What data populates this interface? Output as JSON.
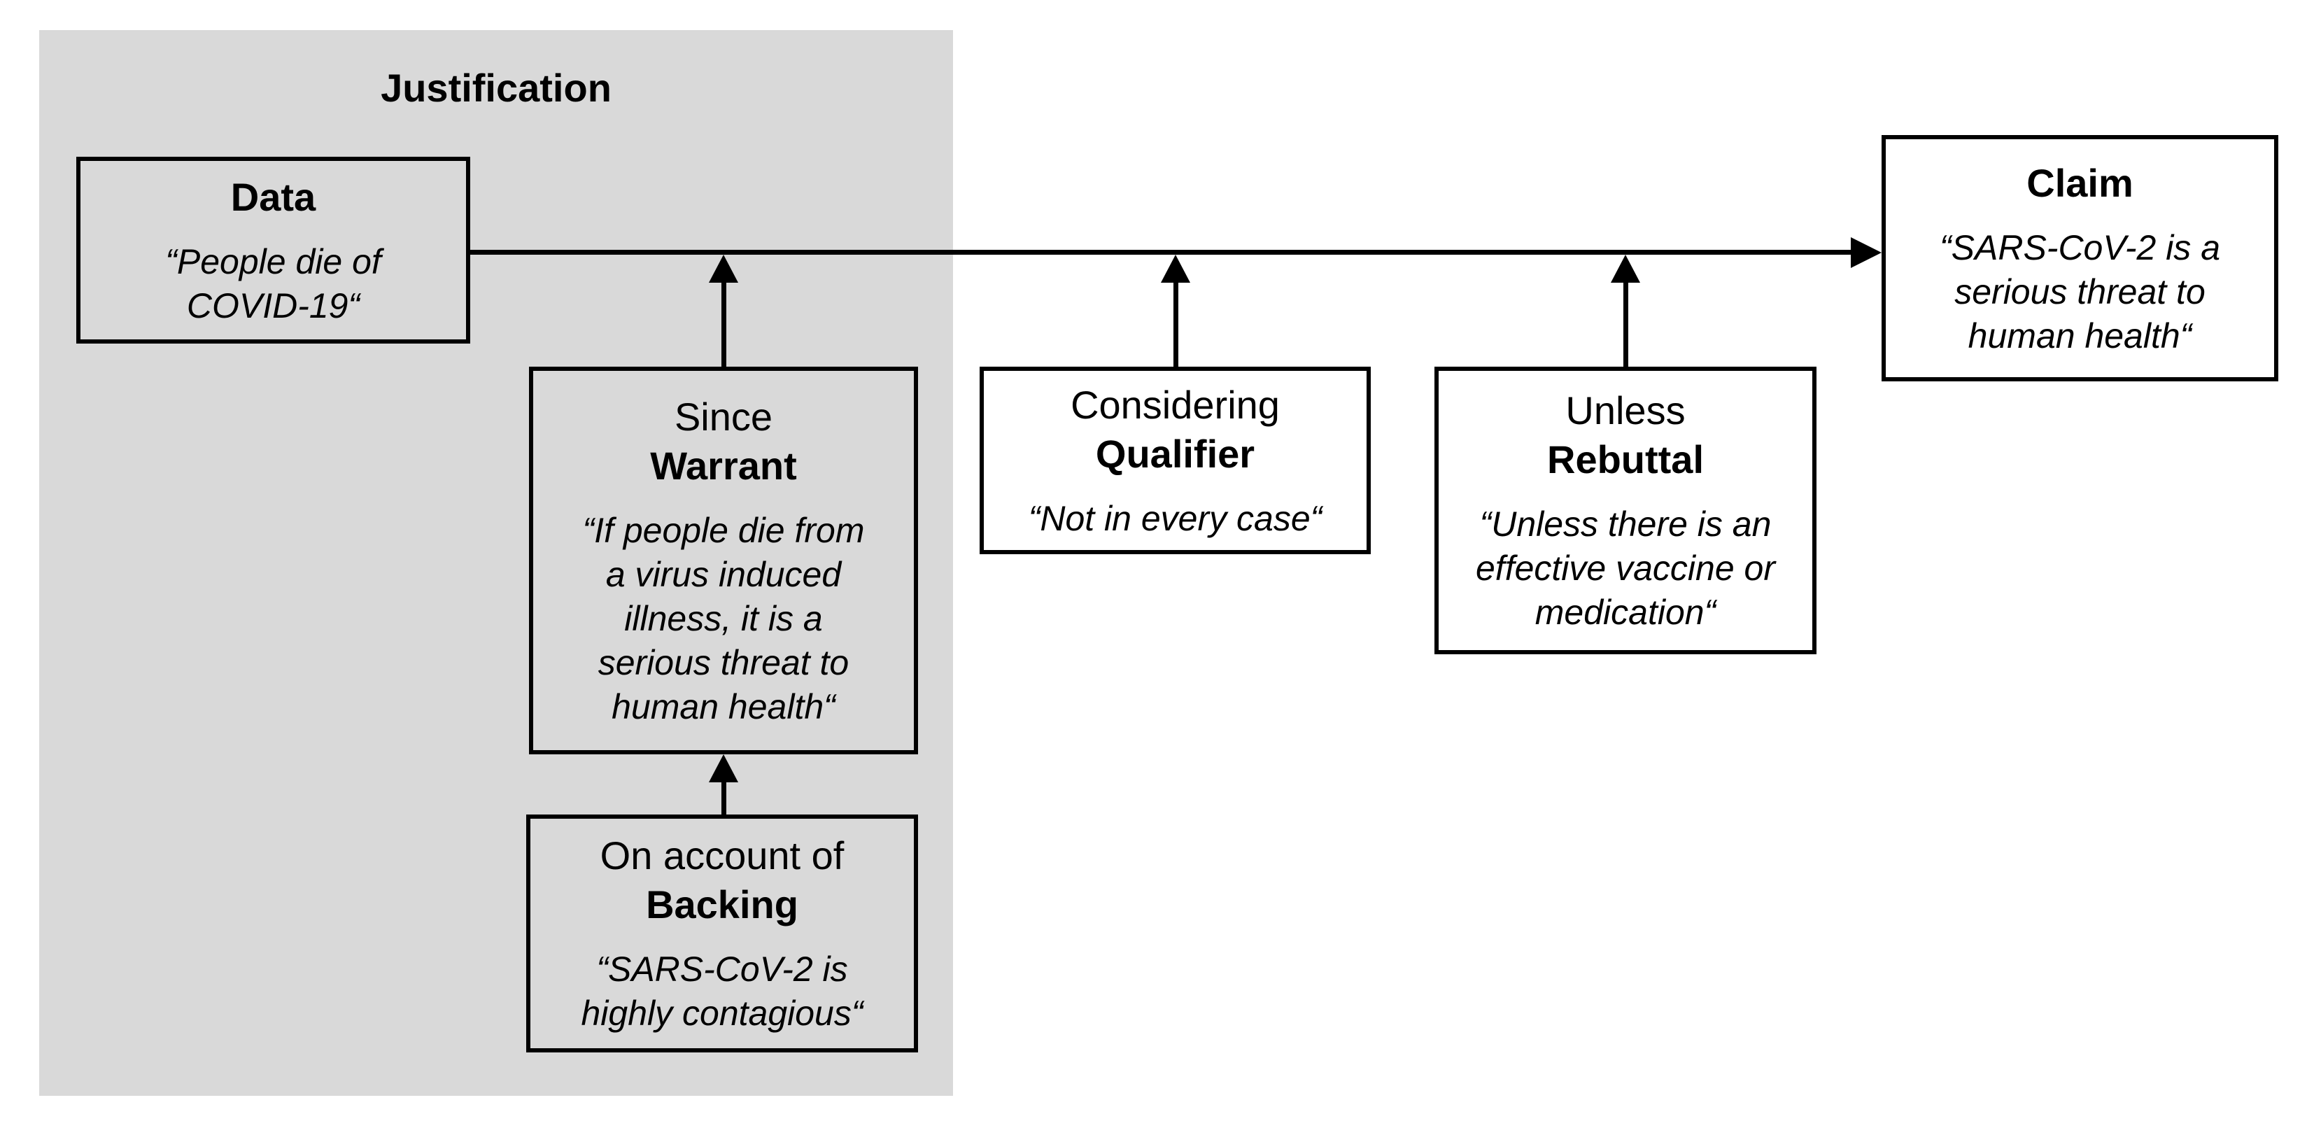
{
  "diagram": {
    "panel": {
      "title": "Justification",
      "bg_color": "#d9d9d9"
    },
    "colors": {
      "panel_bg": "#d9d9d9",
      "inside_box_bg": "#d9d9d9",
      "outside_box_bg": "#ffffff",
      "border": "#000000",
      "text": "#000000"
    },
    "boxes": {
      "data": {
        "heading": "Data",
        "body": "“People die of\nCOVID-19“"
      },
      "warrant": {
        "intro": "Since",
        "heading": "Warrant",
        "body": "“If people die from\na virus induced\nillness, it is a\nserious threat to\nhuman health“"
      },
      "backing": {
        "intro": "On account of",
        "heading": "Backing",
        "body": "“SARS-CoV-2 is\nhighly contagious“"
      },
      "qualifier": {
        "intro": "Considering",
        "heading": "Qualifier",
        "body": "“Not in every case“"
      },
      "rebuttal": {
        "intro": "Unless",
        "heading": "Rebuttal",
        "body": "“Unless there is an\neffective vaccine or\nmedication“"
      },
      "claim": {
        "heading": "Claim",
        "body": "“SARS-CoV-2 is a\nserious threat to\nhuman health“"
      }
    },
    "arrows": [
      {
        "name": "data-to-claim-arrow",
        "from": "Data",
        "to": "Claim",
        "direction": "right"
      },
      {
        "name": "warrant-to-main-arrow",
        "from": "Warrant",
        "to": "data-to-claim-arrow",
        "direction": "up"
      },
      {
        "name": "backing-to-warrant-arrow",
        "from": "Backing",
        "to": "Warrant",
        "direction": "up"
      },
      {
        "name": "qualifier-to-main-arrow",
        "from": "Qualifier",
        "to": "data-to-claim-arrow",
        "direction": "up"
      },
      {
        "name": "rebuttal-to-main-arrow",
        "from": "Rebuttal",
        "to": "data-to-claim-arrow",
        "direction": "up"
      }
    ]
  }
}
